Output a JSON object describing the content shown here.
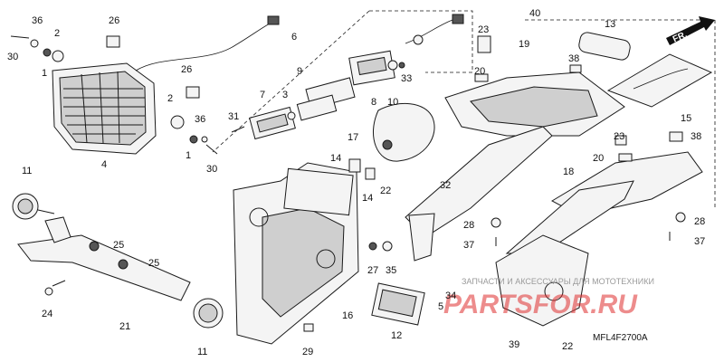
{
  "diagram": {
    "code": "MFL4F2700A",
    "watermark_caption": "ЗАПЧАСТИ И АКСЕССУАРЫ ДЛЯ МОТОТЕХНИКИ",
    "watermark_logo": "PARTSFOR.RU",
    "direction_label": "FR.",
    "callouts": [
      "1",
      "2",
      "3",
      "4",
      "5",
      "6",
      "7",
      "8",
      "9",
      "10",
      "11",
      "12",
      "13",
      "14",
      "15",
      "16",
      "17",
      "18",
      "19",
      "20",
      "21",
      "22",
      "23",
      "24",
      "25",
      "26",
      "27",
      "28",
      "29",
      "30",
      "31",
      "32",
      "33",
      "34",
      "35",
      "36",
      "37",
      "38",
      "39",
      "40"
    ]
  },
  "labels": [
    {
      "text": "36"
    },
    {
      "text": "26"
    },
    {
      "text": "2"
    },
    {
      "text": "30"
    },
    {
      "text": "1"
    },
    {
      "text": "26"
    },
    {
      "text": "2"
    },
    {
      "text": "36"
    },
    {
      "text": "1"
    },
    {
      "text": "4"
    },
    {
      "text": "30"
    },
    {
      "text": "6"
    },
    {
      "text": "9"
    },
    {
      "text": "7"
    },
    {
      "text": "3"
    },
    {
      "text": "31"
    },
    {
      "text": "8"
    },
    {
      "text": "10"
    },
    {
      "text": "33"
    },
    {
      "text": "23"
    },
    {
      "text": "40"
    },
    {
      "text": "19"
    },
    {
      "text": "13"
    },
    {
      "text": "20"
    },
    {
      "text": "38"
    },
    {
      "text": "15"
    },
    {
      "text": "17"
    },
    {
      "text": "14"
    },
    {
      "text": "14"
    },
    {
      "text": "22"
    },
    {
      "text": "32"
    },
    {
      "text": "11"
    },
    {
      "text": "25"
    },
    {
      "text": "25"
    },
    {
      "text": "24"
    },
    {
      "text": "21"
    },
    {
      "text": "11"
    },
    {
      "text": "16"
    },
    {
      "text": "27"
    },
    {
      "text": "35"
    },
    {
      "text": "12"
    },
    {
      "text": "29"
    },
    {
      "text": "34"
    },
    {
      "text": "5"
    },
    {
      "text": "28"
    },
    {
      "text": "37"
    },
    {
      "text": "23"
    },
    {
      "text": "38"
    },
    {
      "text": "20"
    },
    {
      "text": "18"
    },
    {
      "text": "28"
    },
    {
      "text": "37"
    },
    {
      "text": "39"
    },
    {
      "text": "22"
    }
  ]
}
